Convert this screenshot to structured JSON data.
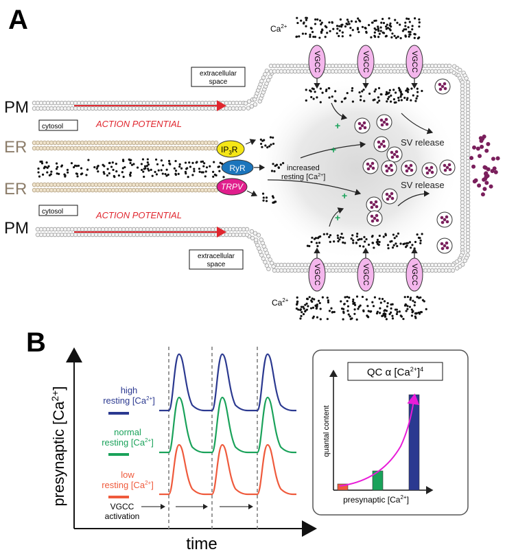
{
  "panel_a": {
    "label": "A",
    "pm_label": "PM",
    "er_label": "ER",
    "cytosol": "cytosol",
    "extracellular": [
      "extracellular",
      "space"
    ],
    "action_potential": "ACTION POTENTIAL",
    "ca_label": "Ca",
    "ca_sup": "2+",
    "vgcc": "VGCC",
    "ip3r": "IP",
    "ip3r_sub": "3",
    "ip3r_end": "R",
    "ryr": "RyR",
    "trpv": "TRPV",
    "increased": [
      "increased",
      "resting [Ca"
    ],
    "sv_release": "SV release",
    "plus": "+"
  },
  "panel_b": {
    "label": "B",
    "y_axis": "presynaptic [Ca",
    "y_axis_end": "]",
    "x_axis": "time",
    "high": [
      "high",
      "resting [Ca",
      "]"
    ],
    "normal": [
      "normal",
      "resting [Ca",
      "]"
    ],
    "low": [
      "low",
      "resting [Ca",
      "]"
    ],
    "vgcc_activation": [
      "VGCC",
      "activation"
    ],
    "inset_title": "QC α [Ca",
    "inset_title_end": "]",
    "inset_exp": "4",
    "inset_ylabel": "quantal content",
    "inset_xlabel": "presynaptic [Ca",
    "inset_xlabel_end": "]"
  },
  "colors": {
    "high": "#2b3990",
    "normal": "#1aa25a",
    "low": "#ef5a3c",
    "vgcc": "#f4b6ec",
    "ip3r": "#f5e616",
    "ryr": "#1b75bc",
    "trpv": "#e01e8c",
    "vesicle": "#7a1f5c",
    "ap": "#e0262e",
    "curve": "#e81cd8"
  }
}
